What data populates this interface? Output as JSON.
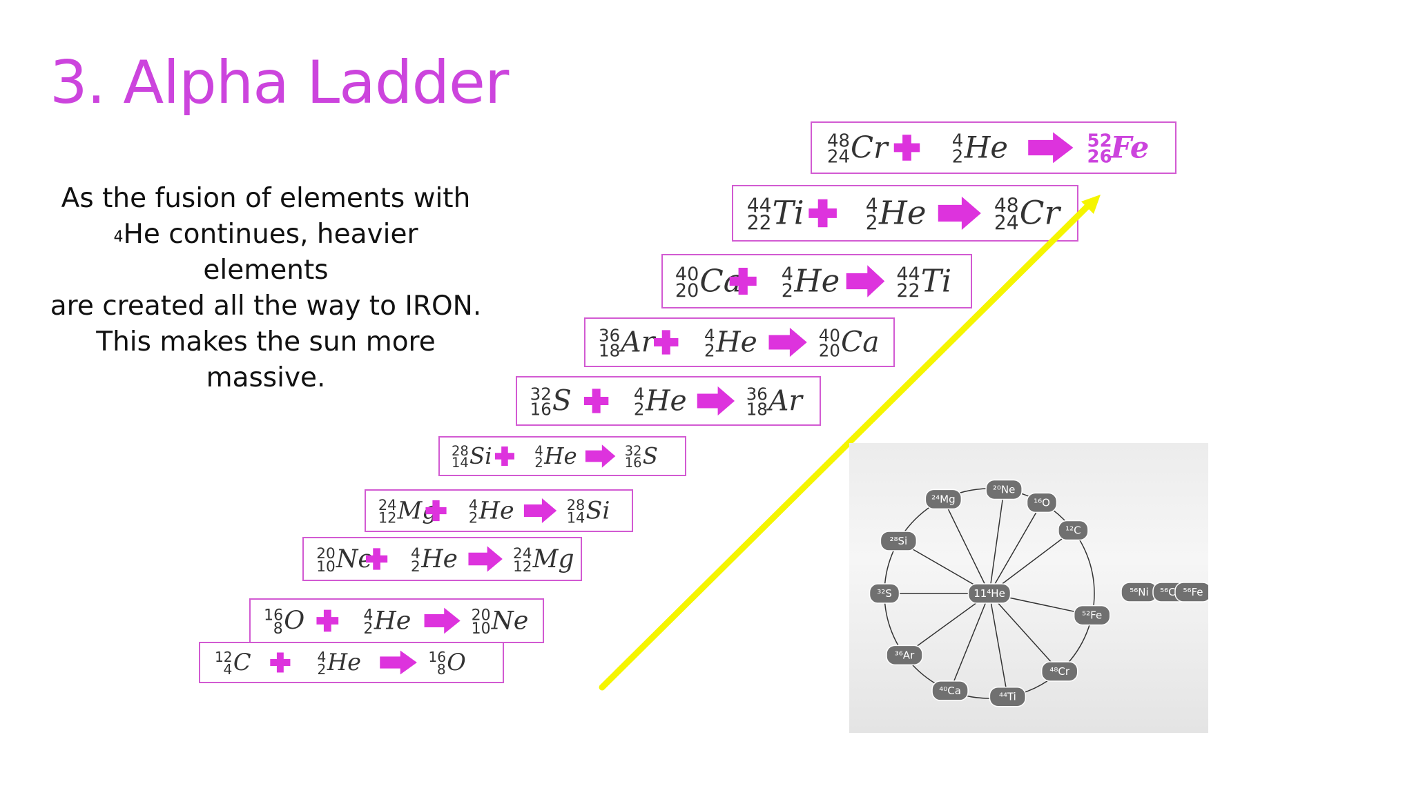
{
  "slide": {
    "title": "3. Alpha Ladder",
    "body_lines": [
      "As the fusion of elements with",
      "He continues, heavier elements",
      "are created all the way to IRON.",
      "This makes the sun more",
      "massive."
    ],
    "body_superscript": "4"
  },
  "colors": {
    "accent": "#cc44dd",
    "highlight_arrow": "#f5f500",
    "box_border": "#d25ad2"
  },
  "helium": {
    "mass": "4",
    "atomic": "2",
    "symbol": "He"
  },
  "equations": [
    {
      "reactant": {
        "mass": "12",
        "atomic": "4",
        "symbol": "C"
      },
      "product": {
        "mass": "16",
        "atomic": "8",
        "symbol": "O"
      }
    },
    {
      "reactant": {
        "mass": "16",
        "atomic": "8",
        "symbol": "O"
      },
      "product": {
        "mass": "20",
        "atomic": "10",
        "symbol": "Ne"
      }
    },
    {
      "reactant": {
        "mass": "20",
        "atomic": "10",
        "symbol": "Ne"
      },
      "product": {
        "mass": "24",
        "atomic": "12",
        "symbol": "Mg"
      }
    },
    {
      "reactant": {
        "mass": "24",
        "atomic": "12",
        "symbol": "Mg"
      },
      "product": {
        "mass": "28",
        "atomic": "14",
        "symbol": "Si"
      }
    },
    {
      "reactant": {
        "mass": "28",
        "atomic": "14",
        "symbol": "Si"
      },
      "product": {
        "mass": "32",
        "atomic": "16",
        "symbol": "S"
      }
    },
    {
      "reactant": {
        "mass": "32",
        "atomic": "16",
        "symbol": "S"
      },
      "product": {
        "mass": "36",
        "atomic": "18",
        "symbol": "Ar"
      }
    },
    {
      "reactant": {
        "mass": "36",
        "atomic": "18",
        "symbol": "Ar"
      },
      "product": {
        "mass": "40",
        "atomic": "20",
        "symbol": "Ca"
      }
    },
    {
      "reactant": {
        "mass": "40",
        "atomic": "20",
        "symbol": "Ca"
      },
      "product": {
        "mass": "44",
        "atomic": "22",
        "symbol": "Ti"
      }
    },
    {
      "reactant": {
        "mass": "44",
        "atomic": "22",
        "symbol": "Ti"
      },
      "product": {
        "mass": "48",
        "atomic": "24",
        "symbol": "Cr"
      }
    },
    {
      "reactant": {
        "mass": "48",
        "atomic": "24",
        "symbol": "Cr"
      },
      "product": {
        "mass": "52",
        "atomic": "26",
        "symbol": "Fe"
      }
    }
  ],
  "network": {
    "center": "11⁴He",
    "ring": [
      "²⁰Ne",
      "¹⁶O",
      "¹²C",
      "⁵²Fe",
      "⁴⁸Cr",
      "⁴⁴Ti",
      "⁴⁰Ca",
      "³⁶Ar",
      "³²S",
      "²⁸Si",
      "²⁴Mg"
    ],
    "chain": [
      "⁵⁶Ni",
      "⁵⁶Co",
      "⁵⁶Fe"
    ]
  }
}
